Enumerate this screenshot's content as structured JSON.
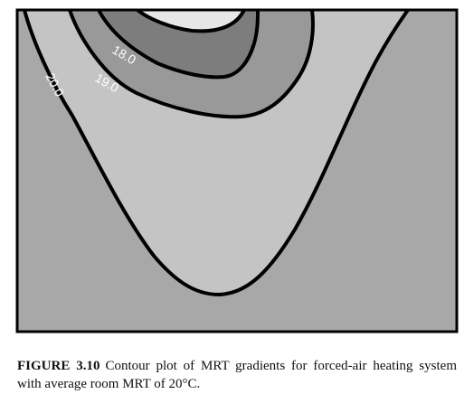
{
  "chart_data": {
    "type": "contour",
    "title": "",
    "xlabel": "",
    "ylabel": "",
    "levels": [
      {
        "value": "18.0",
        "label": "18.0",
        "fill": "#7d7d7d"
      },
      {
        "value": "19.0",
        "label": "19.0",
        "fill": "#999999"
      },
      {
        "value": "20.0",
        "label": "20.0",
        "fill": "#c4c4c4"
      }
    ],
    "regions": {
      "hot_core_fill": "#e6e6e6",
      "background_fill": "#a8a8a8"
    },
    "line_color": "#000000",
    "label_color": "#ffffff"
  },
  "caption": {
    "figure_number": "FIGURE 3.10",
    "text": "Contour plot of MRT gradients for forced-air heating system with average room MRT of 20°C."
  }
}
